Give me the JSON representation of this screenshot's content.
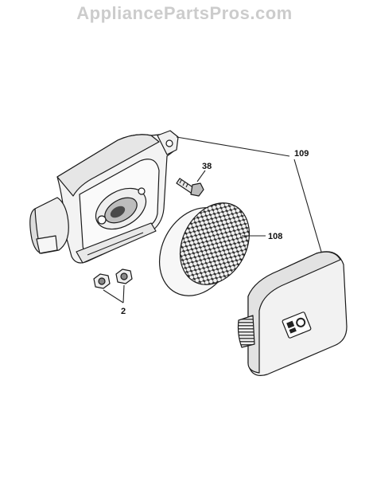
{
  "watermark": "AppliancePartsPros.com",
  "callouts": {
    "c109": "109",
    "c38": "38",
    "c108": "108",
    "c2": "2"
  },
  "colors": {
    "part_fill": "#f4f4f4",
    "shade": "#d9d9d9",
    "dark": "#555555",
    "watermark": "#cccccc"
  }
}
